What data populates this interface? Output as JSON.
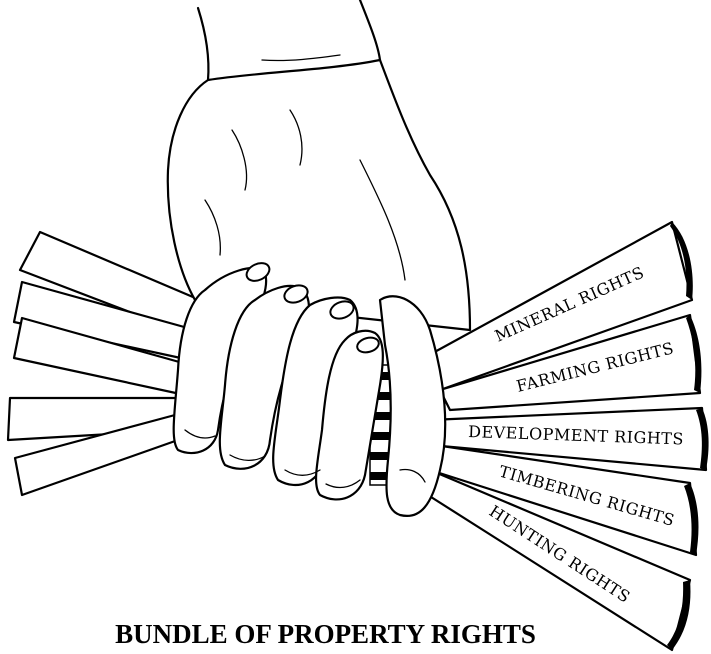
{
  "caption": "BUNDLE OF PROPERTY RIGHTS",
  "sticks": [
    {
      "label": "MINERAL RIGHTS"
    },
    {
      "label": "FARMING RIGHTS"
    },
    {
      "label": "DEVELOPMENT RIGHTS"
    },
    {
      "label": "TIMBERING RIGHTS"
    },
    {
      "label": "HUNTING RIGHTS"
    }
  ],
  "colors": {
    "ink": "#000000",
    "paper": "#ffffff"
  }
}
